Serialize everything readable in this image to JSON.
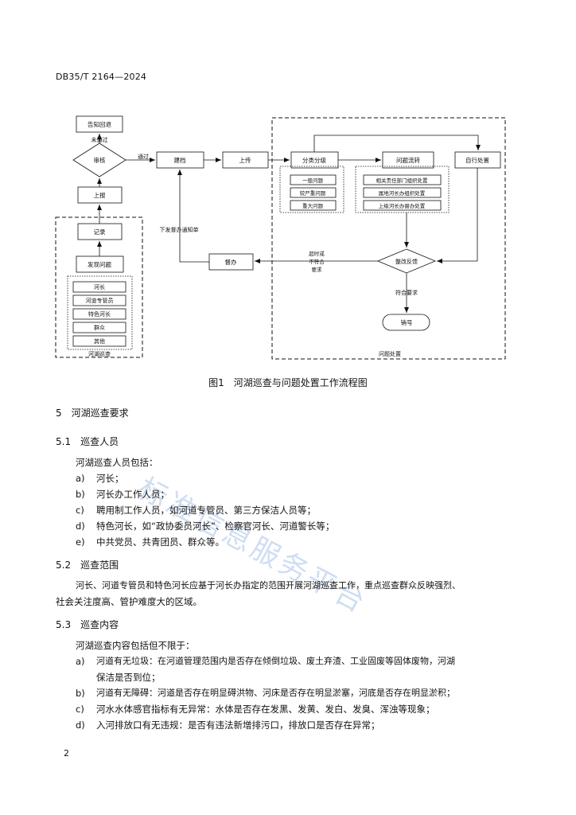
{
  "header": "DB35/T 2164—2024",
  "flowchart": {
    "nodes": {
      "gaozhi": "告知回退",
      "buneng": "未通过",
      "shenhe": "审核",
      "tongguo": "通过",
      "jiandang": "建档",
      "shangchuan": "上传",
      "shangbao": "上报",
      "jilu": "记录",
      "faxian": "发现问题",
      "fenlei": "分类分级",
      "liuzhuan": "问题流转",
      "zixing": "自行处置",
      "xiafa": "下发督办通知单",
      "duban": "督办",
      "chaoshi": [
        "超时或",
        "不符合",
        "要求"
      ],
      "zhenggai": "整改反馈",
      "fuhe": "符合要求",
      "xiaohao": "销号",
      "group_xuncha": "河湖巡查",
      "group_chuzhi": "问题处置"
    },
    "finders": [
      "河长",
      "河道专管员",
      "特色河长",
      "群众",
      "其他"
    ],
    "levels": [
      "一般问题",
      "较严重问题",
      "重大问题"
    ],
    "routes": [
      "相关责任部门组织处置",
      "属地河长办组织处置",
      "上级河长办督办处置"
    ]
  },
  "figure_caption": "图1　河湖巡查与问题处置工作流程图",
  "section5": "5　河湖巡查要求",
  "s51": {
    "title": "5.1　巡查人员",
    "intro": "河湖巡查人员包括：",
    "items": [
      {
        "k": "a)",
        "t": "河长；"
      },
      {
        "k": "b)",
        "t": "河长办工作人员；"
      },
      {
        "k": "c)",
        "t": "聘用制工作人员，如河道专管员、第三方保洁人员等；"
      },
      {
        "k": "d)",
        "t": "特色河长，如“政协委员河长”、检察官河长、河道警长等；"
      },
      {
        "k": "e)",
        "t": "中共党员、共青团员、群众等。"
      }
    ]
  },
  "s52": {
    "title": "5.2　巡查范围",
    "line1": "河长、河道专管员和特色河长应基于河长办指定的范围开展河湖巡查工作，重点巡查群众反映强烈、",
    "line2": "社会关注度高、管护难度大的区域。"
  },
  "s53": {
    "title": "5.3　巡查内容",
    "intro": "河湖巡查内容包括但不限于：",
    "a_k": "a)",
    "a_1": "河道有无垃圾：在河道管理范围内是否存在倾倒垃圾、废土弃渣、工业固废等固体废物，河湖",
    "a_2": "保洁是否到位；",
    "b_k": "b)",
    "b": "河道有无障碍：河道是否存在明显碍洪物、河床是否存在明显淤塞，河底是否存在明显淤积；",
    "c_k": "c)",
    "c": "河水水体感官指标有无异常：水体是否存在发黑、发黄、发白、发臭、浑浊等现象；",
    "d_k": "d)",
    "d": "入河排放口有无违规：是否有违法新增排污口，排放口是否存在异常；"
  },
  "watermark": "标准信息服务平台",
  "page_number": "2"
}
